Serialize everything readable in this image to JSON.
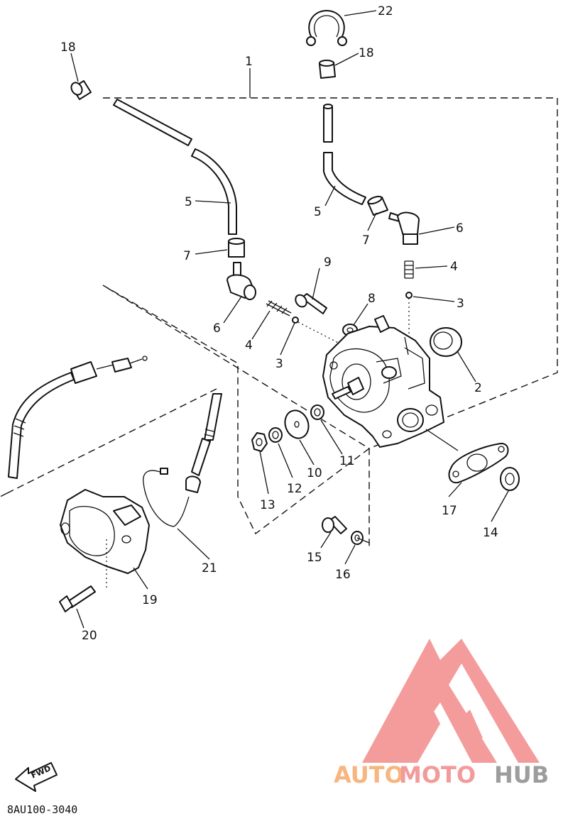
{
  "diagram": {
    "code": "8AU100-3040",
    "fwd_label": "FWD",
    "callouts": [
      "1",
      "2",
      "3",
      "3",
      "4",
      "4",
      "5",
      "5",
      "6",
      "6",
      "7",
      "7",
      "8",
      "9",
      "10",
      "11",
      "12",
      "13",
      "14",
      "15",
      "16",
      "17",
      "18",
      "18",
      "19",
      "20",
      "21",
      "22"
    ]
  },
  "watermark": {
    "text_a": "AUTO",
    "text_b": "MOTO",
    "text_c": "HUB",
    "color_a": "#f6a96a",
    "color_b": "#f28a8a",
    "color_c": "#8c8c8c",
    "logo_color": "#f38b8b"
  }
}
